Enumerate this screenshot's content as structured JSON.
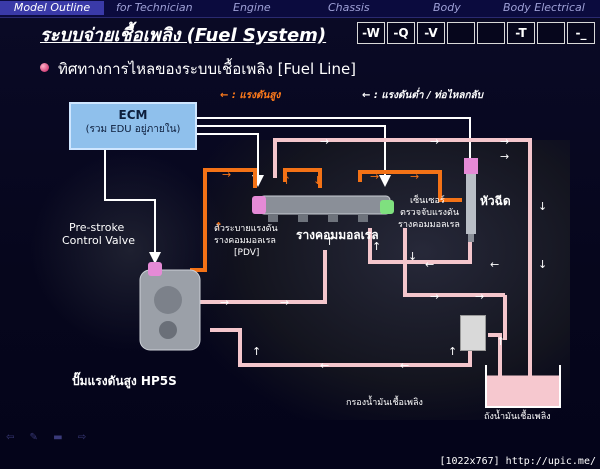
{
  "nav": {
    "tabs": [
      "Model Outline",
      "for Technician",
      "Engine",
      "Chassis",
      "Body",
      "Body Electrical"
    ]
  },
  "title": "ระบบจ่ายเชื้อเพลิง (Fuel System)",
  "codes": [
    "-W",
    "-Q",
    "-V",
    "",
    "",
    "-T",
    "",
    "-_"
  ],
  "subtitle": "ทิศทางการไหลของระบบเชื้อเพลิง [Fuel Line]",
  "legend": {
    "high": "← : แรงดันสูง",
    "low": "← : แรงดันต่ำ / ท่อไหลกลับ"
  },
  "ecm": {
    "title": "ECM",
    "sub": "(รวม EDU อยู่ภายใน)"
  },
  "labels": {
    "pre_stroke": "Pre-stroke",
    "control_valve": "Control Valve",
    "pdv1": "ตัวระบายแรงดัน",
    "pdv2": "รางคอมมอลเรล",
    "pdv3": "[PDV]",
    "rail": "รางคอมมอลเรล",
    "sensor1": "เซ็นเซอร์",
    "sensor2": "ตรวจจับแรงดัน",
    "sensor3": "รางคอมมอลเรล",
    "injector": "หัวฉีด",
    "pump": "ปั๊มแรงดันสูง HP5S",
    "filter": "กรองน้ำมันเชื้อเพลิง",
    "tank": "ถังน้ำมันเชื้อเพลิง"
  },
  "colors": {
    "high_pressure": "#f47216",
    "low_pressure": "#f4c6cc",
    "signal": "#ffffff",
    "ecm": "#8fc0ec"
  },
  "credit": "[1022x767] http://upic.me/"
}
